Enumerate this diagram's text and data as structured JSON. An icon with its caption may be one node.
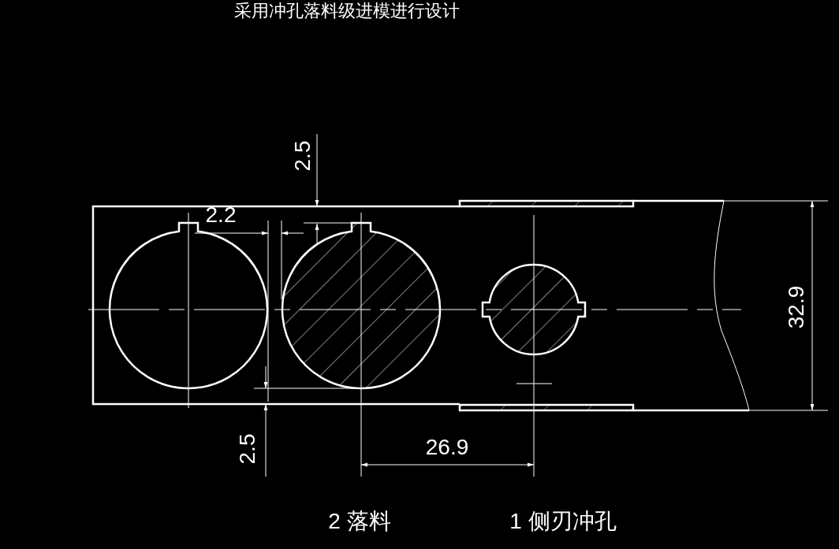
{
  "diagram": {
    "title": "采用冲孔落料级进模进行设计",
    "labels": [
      "2.5",
      "2.2",
      "32.9",
      "2.5",
      "26.9",
      "2 落料",
      "1 侧刃冲孔"
    ]
  }
}
